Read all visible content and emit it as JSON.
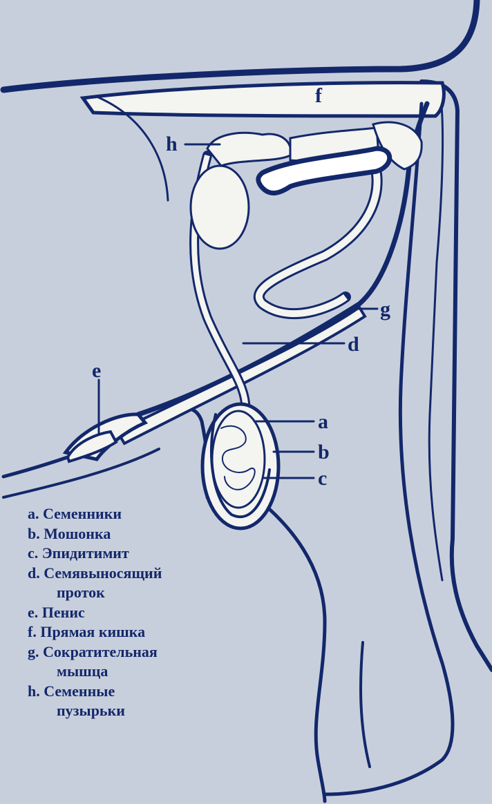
{
  "labels": {
    "a": "a",
    "b": "b",
    "c": "c",
    "d": "d",
    "e": "e",
    "f": "f",
    "g": "g",
    "h": "h"
  },
  "legend": [
    {
      "key": "a.",
      "text": "Семенники"
    },
    {
      "key": "b.",
      "text": "Мошонка"
    },
    {
      "key": "c.",
      "text": "Эпидитимит"
    },
    {
      "key": "d.",
      "text": "Семявыносящий",
      "cont": "проток"
    },
    {
      "key": "e.",
      "text": "Пенис"
    },
    {
      "key": "f.",
      "text": "Прямая кишка"
    },
    {
      "key": "g.",
      "text": "Сократительная",
      "cont": "мышца"
    },
    {
      "key": "h.",
      "text": "Семенные",
      "cont": "пузырьки"
    }
  ],
  "colors": {
    "background": "#c8cfdc",
    "line": "#13286b",
    "organ_fill": "#f4f4f0"
  }
}
